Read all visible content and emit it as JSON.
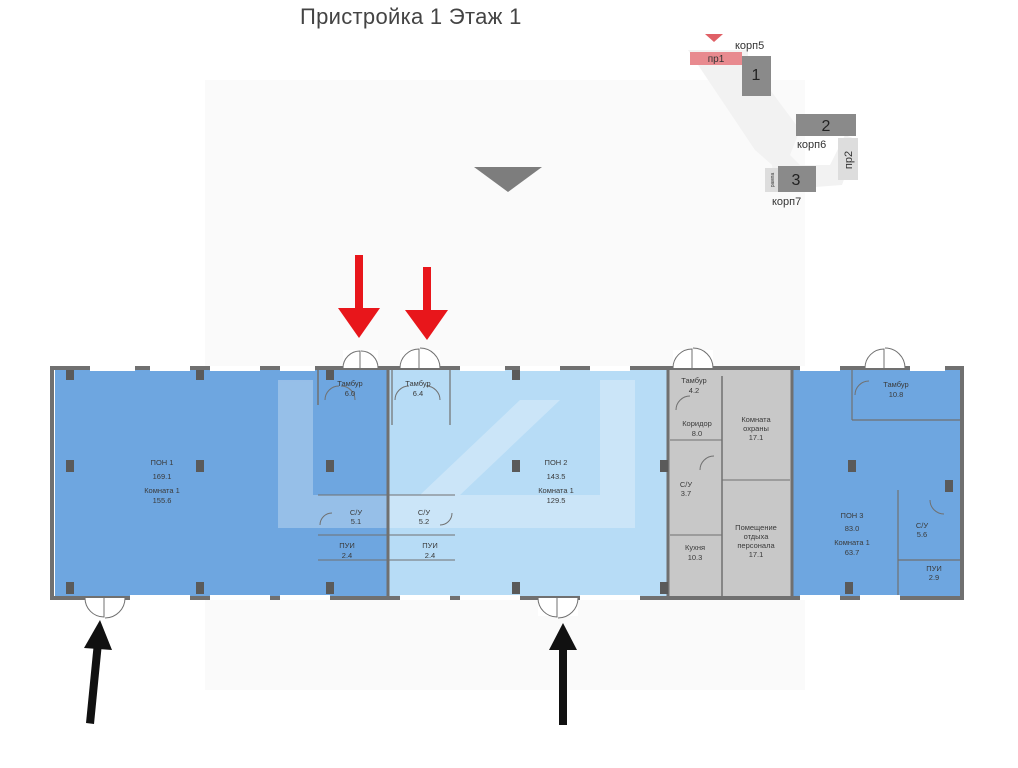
{
  "title": "Пристройка 1 Этаж 1",
  "key_plan": {
    "labels": {
      "korp5": "корп5",
      "korp6": "корп6",
      "korp7": "корп7",
      "pr1": "пр1",
      "pr2": "пр2",
      "small": "рампа"
    },
    "numbers": [
      "1",
      "2",
      "3"
    ],
    "highlight_color": "#e88a8f"
  },
  "rooms": {
    "tambur1": {
      "name": "Тамбур",
      "area": "6.0"
    },
    "tambur2": {
      "name": "Тамбур",
      "area": "6.4"
    },
    "tambur3": {
      "name": "Тамбур",
      "area": "4.2"
    },
    "tambur4": {
      "name": "Тамбур",
      "area": "10.8"
    },
    "pon1": {
      "name": "ПОН 1",
      "area": "169.1",
      "room": "Комната 1",
      "room_area": "155.6"
    },
    "pon2": {
      "name": "ПОН 2",
      "area": "143.5",
      "room": "Комната 1",
      "room_area": "129.5"
    },
    "pon3": {
      "name": "ПОН 3",
      "area": "83.0",
      "room": "Комната 1",
      "room_area": "63.7"
    },
    "su1": {
      "name": "С/У",
      "area": "5.1"
    },
    "su2": {
      "name": "С/У",
      "area": "5.2"
    },
    "su3": {
      "name": "С/У",
      "area": "3.7"
    },
    "su4": {
      "name": "С/У",
      "area": "5.6"
    },
    "pui1": {
      "name": "ПУИ",
      "area": "2.4"
    },
    "pui2": {
      "name": "ПУИ",
      "area": "2.4"
    },
    "pui3": {
      "name": "ПУИ",
      "area": "2.9"
    },
    "koridor": {
      "name": "Коридор",
      "area": "8.0"
    },
    "kuhnya": {
      "name": "Кухня",
      "area": "10.3"
    },
    "ohrana": {
      "name1": "Комната",
      "name2": "охраны",
      "area": "17.1"
    },
    "otdyh": {
      "name1": "Помещение",
      "name2": "отдыха",
      "name3": "персонала",
      "area": "17.1"
    }
  },
  "colors": {
    "zone_dark": "#6ea6e0",
    "zone_light": "#b7dcf6",
    "zone_gray": "#c8c8c8",
    "wall": "#707070",
    "red_arrow": "#e8161b",
    "black_arrow": "#111111"
  }
}
